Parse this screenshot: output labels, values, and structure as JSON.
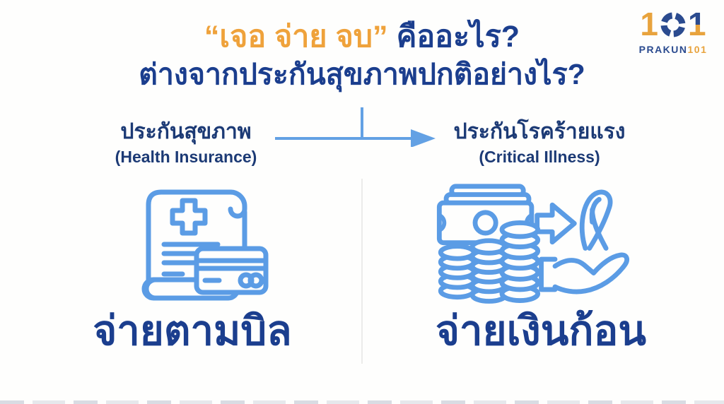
{
  "title": {
    "highlight": "“เจอ จ่าย จบ”",
    "suffix": "คืออะไร?",
    "line2": "ต่างจากประกันสุขภาพปกติอย่างไร?"
  },
  "logo": {
    "left_digit": "1",
    "right_digit": "1",
    "brand_name": "PRAKUN",
    "brand_number": "101"
  },
  "columns": {
    "left": {
      "title_th": "ประกันสุขภาพ",
      "title_en": "(Health Insurance)",
      "caption": "จ่ายตามบิล",
      "icon": "medical-bill-with-credit-card"
    },
    "right": {
      "title_th": "ประกันโรคร้ายแรง",
      "title_en": "(Critical Illness)",
      "caption": "จ่ายเงินก้อน",
      "icon": "banknotes-coins-ribbon-hand"
    }
  },
  "colors": {
    "accent_orange": "#EFA23B",
    "title_blue": "#1B3E8E",
    "heading_navy": "#1C3A75",
    "icon_blue": "#5B9CE5",
    "arrow_blue": "#63A1E4",
    "logo_navy": "#2B4B8F",
    "logo_orange": "#E8A33D"
  }
}
